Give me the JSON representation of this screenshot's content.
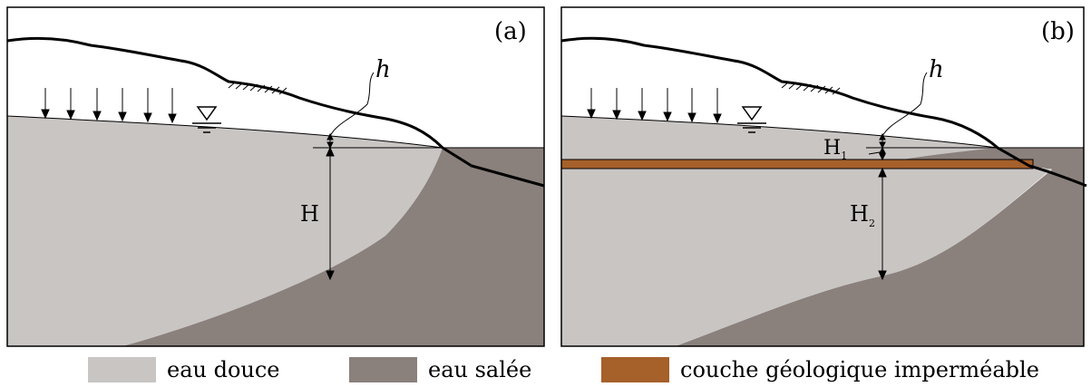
{
  "panels": {
    "a": {
      "label": "(a)",
      "h_label": "h",
      "H_label": "H"
    },
    "b": {
      "label": "(b)",
      "h_label": "h",
      "H1_label": "H",
      "H1_sub": "1",
      "H2_label": "H",
      "H2_sub": "2"
    }
  },
  "legend": {
    "fresh_water": "eau douce",
    "salt_water": "eau salée",
    "impermeable_layer": "couche géologique imperméable"
  },
  "colors": {
    "fresh_water": "#c8c5c3",
    "salt_water": "#8a807c",
    "impermeable_layer": "#a6602a",
    "outline": "#000000"
  }
}
